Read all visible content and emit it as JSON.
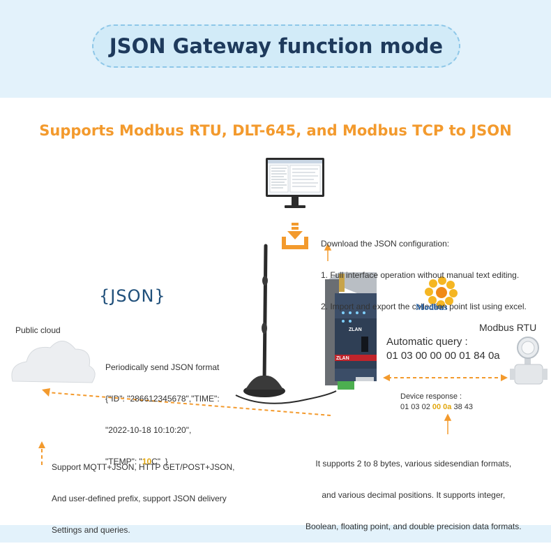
{
  "title": "JSON Gateway function mode",
  "subtitle": "Supports Modbus RTU, DLT-645, and Modbus TCP to JSON",
  "download": {
    "lines": [
      "Download the JSON configuration:",
      "1. Full interface operation without manual text editing.",
      "2. Import and export the collection point list using excel."
    ]
  },
  "json_logo": "{JSON}",
  "public_cloud": "Public cloud",
  "periodic": {
    "heading": "Periodically send JSON format",
    "line1": "{\"ID\": \"286612345678\",\"TIME\":",
    "line2": "\"2022-10-18 10:10:20\",",
    "line3_prefix": "\"TEMP\": \"",
    "line3_value": "10",
    "line3_suffix": "C\"  }"
  },
  "mqtt": {
    "lines": [
      "Support MQTT+JSON, HTTP GET/POST+JSON,",
      "And user-defined prefix, support JSON delivery",
      "Settings and queries."
    ]
  },
  "modbus_logo": "Modbus",
  "modbus_rtu": "Modbus RTU",
  "automatic_query": {
    "label": "Automatic query :",
    "hex": "01 03 00 00 00 01 84 0a"
  },
  "device_response": {
    "label": "Device response :",
    "prefix": "01 03 02 ",
    "highlight": "00 0a",
    "suffix": " 38 43"
  },
  "formats": {
    "lines": [
      "It supports 2 to 8 bytes, various sidesendian formats,",
      "and various decimal positions. It supports integer,",
      "Boolean, floating point, and double precision data formats."
    ]
  },
  "device_brand": "ZLAN",
  "colors": {
    "accent_orange": "#f39a2d",
    "title_navy": "#1e3a5c",
    "band_blue": "#e3f2fb",
    "highlight_gold": "#e2a70f"
  }
}
